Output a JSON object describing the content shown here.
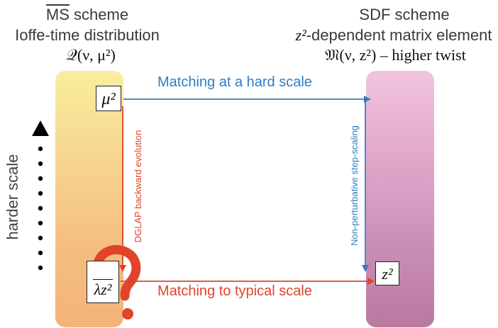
{
  "left_column": {
    "scheme": "MS",
    "scheme_suffix": " scheme",
    "subtitle": "Ioffe-time distribution",
    "formula": "𝒬(ν, μ²)",
    "top_label": "μ²",
    "bottom_label": "λz²"
  },
  "right_column": {
    "title": "SDF scheme",
    "subtitle_math": "z²",
    "subtitle_text": "-dependent matrix element",
    "formula": "𝔐(ν, z²)",
    "formula_suffix": " – higher twist",
    "bottom_label": "z²"
  },
  "arrows": {
    "hard_scale": "Matching at a hard scale",
    "typical_scale": "Matching to typical scale",
    "dglap": "DGLAP backward evolution",
    "step_scaling": "Non-perturbative step-scaling"
  },
  "side_label": "harder scale",
  "colors": {
    "blue": "#2f7dc1",
    "red": "#e0442a",
    "left_column": "#f6d590",
    "right_column": "#e1a7cb"
  }
}
